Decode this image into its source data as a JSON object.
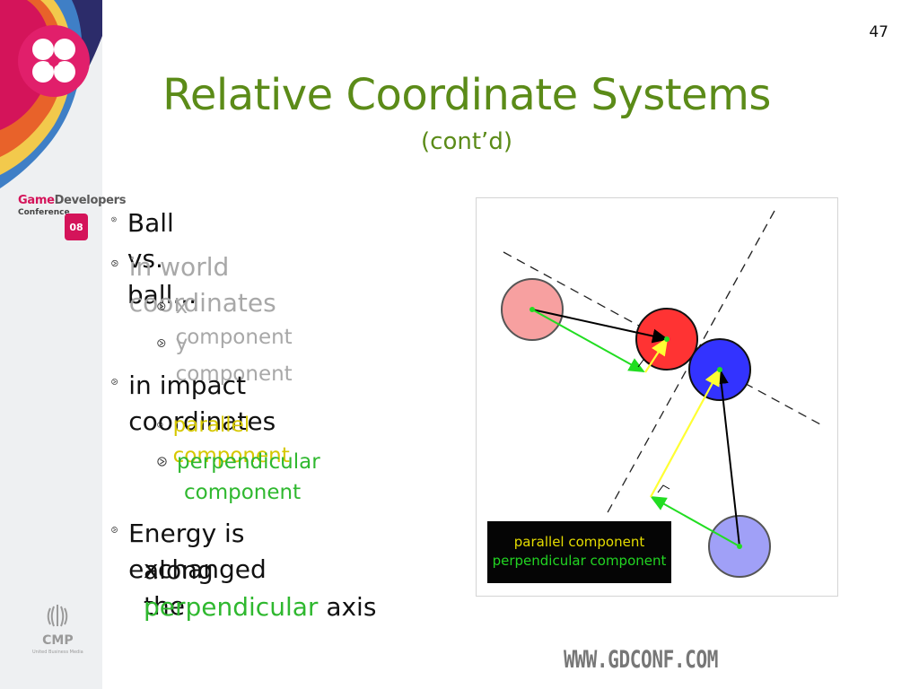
{
  "slide": {
    "number": "47",
    "title": "Relative Coordinate Systems",
    "subtitle": "(cont’d)"
  },
  "bullets": [
    {
      "text": "Ball vs. ball...",
      "level": 1,
      "color": "#111111"
    },
    {
      "text": "in world coordinates",
      "level": 1,
      "color": "#a8a8a8"
    },
    {
      "text": "x component",
      "level": 2,
      "color": "#a8a8a8"
    },
    {
      "text": "y component",
      "level": 2,
      "color": "#a8a8a8"
    },
    {
      "text": "in impact coordinates",
      "level": 1,
      "color": "#111111"
    },
    {
      "text": "parallel component",
      "level": 2,
      "color": "#d6c800"
    },
    {
      "text": "perpendicular",
      "level": 2,
      "color": "#2fb82f"
    },
    {
      "text": "component",
      "level": 2,
      "color": "#2fb82f"
    },
    {
      "text": "Energy is exchanged",
      "level": 1,
      "color": "#111111"
    },
    {
      "text": "along the",
      "level": 1,
      "color": "#111111"
    },
    {
      "text": "perpendicular",
      "level": 1,
      "color": "#2fb82f"
    },
    {
      "text": "axis",
      "level": 1,
      "color": "#111111"
    }
  ],
  "diagram": {
    "legend": {
      "parallel": "parallel component",
      "perpendicular": "perpendicular component"
    },
    "colors": {
      "parallel": "#ffff33",
      "perpendicular": "#33ee33",
      "ball1": "#ff3333",
      "ball1_ghost": "#f7a0a0",
      "ball2": "#3333ff",
      "ball2_ghost": "#a0a0f7"
    }
  },
  "sidebar": {
    "logo_line1_a": "Game",
    "logo_line1_b": "Developers",
    "logo_line2": "Conference",
    "badge": "08",
    "cmp": "CMP",
    "cmp_sub": "United Business Media"
  },
  "footer": {
    "url": "WWW.GDCONF.COM"
  },
  "icons": {
    "bullet": "bullet-icon",
    "cmp": "cmp-icon"
  }
}
